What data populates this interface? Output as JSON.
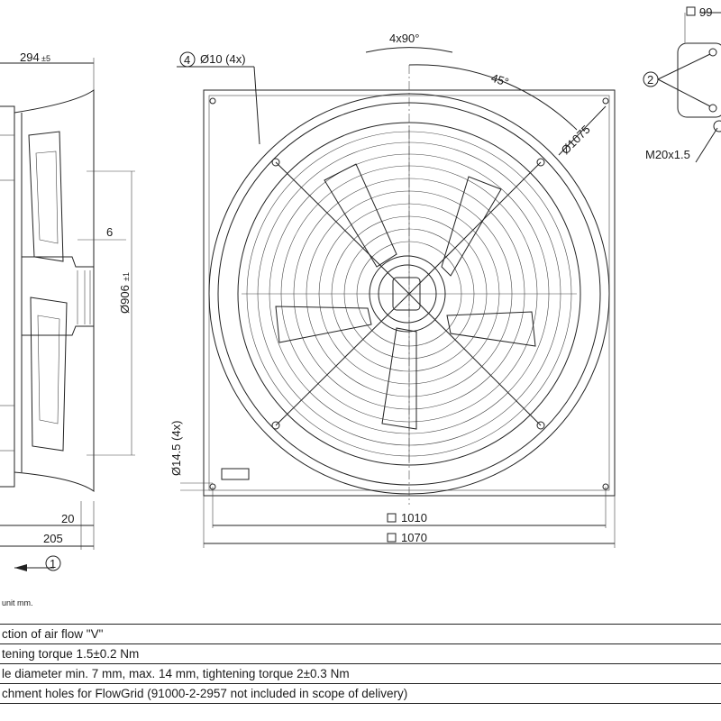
{
  "dimensions": {
    "depth_total": "294",
    "depth_tol": "±5",
    "flange": "6",
    "diameter_side": "Ø906",
    "diameter_side_tol": "±1",
    "bottom_20": "20",
    "bottom_205": "205",
    "hole_d": "Ø10 (4x)",
    "angle_4x90": "4x90°",
    "angle_45": "45°",
    "diameter_1075": "Ø1075",
    "hole_145": "Ø14.5 (4x)",
    "square_1010": "1010",
    "square_1070": "1070",
    "detail_99": "99",
    "thread": "M20x1.5"
  },
  "callouts": {
    "c1": "1",
    "c2": "2",
    "c4": "4"
  },
  "unit_note": "unit mm.",
  "notes": [
    "ction of air flow \"V\"",
    "tening torque 1.5±0.2 Nm",
    "le diameter min. 7 mm, max. 14 mm, tightening torque 2±0.3 Nm",
    "chment holes for FlowGrid (91000-2-2957 not included in scope of delivery)"
  ]
}
